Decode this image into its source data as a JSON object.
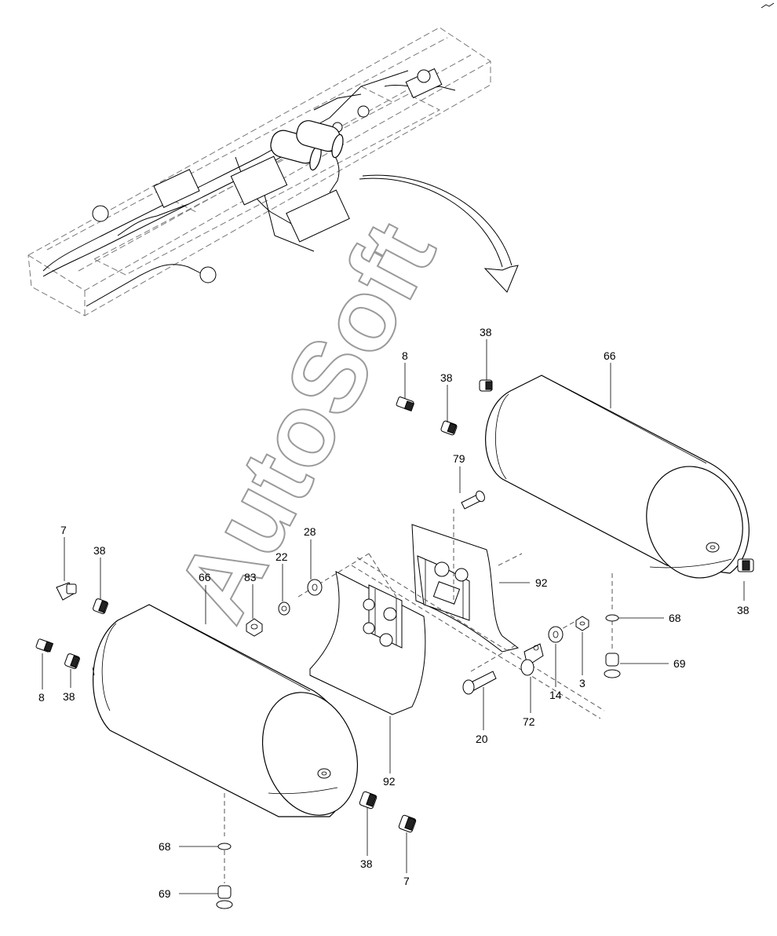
{
  "watermark": "AutoSoft",
  "callouts": {
    "c7a": "7",
    "c38a": "38",
    "c66a": "66",
    "c8a": "8",
    "c38b": "38",
    "c83": "83",
    "c22": "22",
    "c28": "28",
    "c8b": "8",
    "c38c": "38",
    "c38d": "38",
    "c66b": "66",
    "c79": "79",
    "c92a": "92",
    "c38e": "38",
    "c68a": "68",
    "c69a": "69",
    "c3": "3",
    "c14": "14",
    "c72": "72",
    "c20": "20",
    "c92b": "92",
    "c38f": "38",
    "c7b": "7",
    "c68b": "68",
    "c69b": "69"
  }
}
